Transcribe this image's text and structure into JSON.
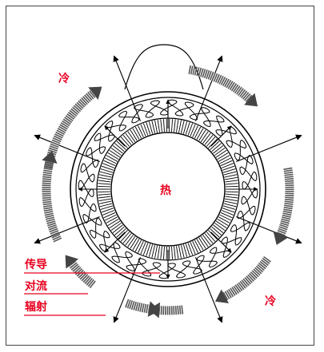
{
  "diagram": {
    "label_hot": "热",
    "label_cold_top": "冷",
    "label_cold_bottom": "冷",
    "legend": {
      "conduction": "传导",
      "convection": "对流",
      "radiation": "辐射"
    },
    "colors": {
      "label_red": "#e8001e",
      "ink": "#000000"
    }
  }
}
